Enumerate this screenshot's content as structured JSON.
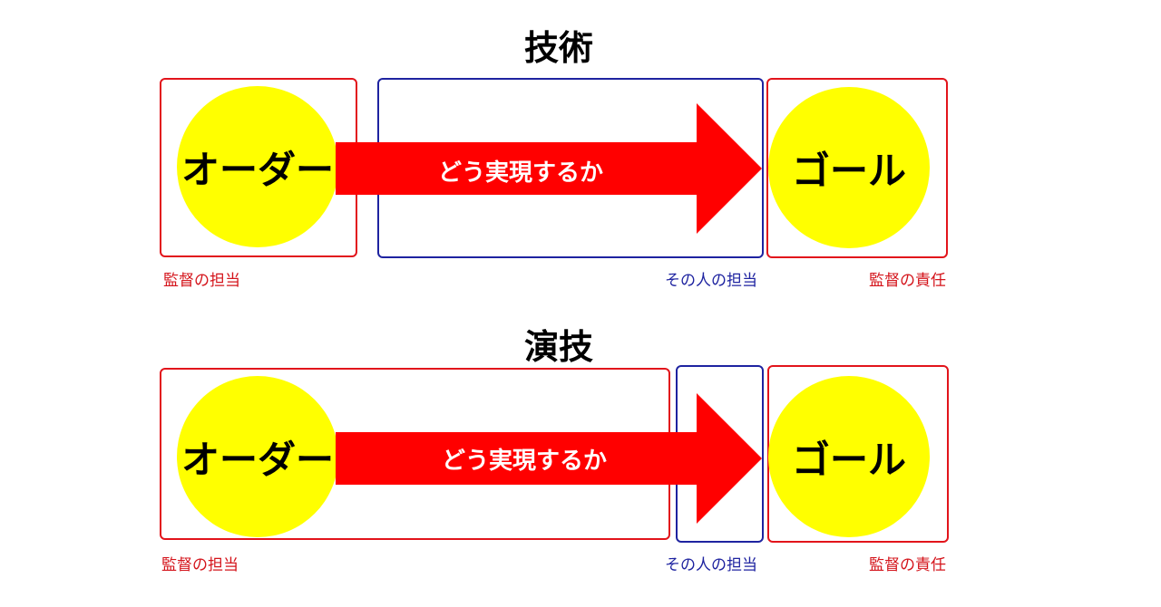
{
  "diagrams": [
    {
      "title": "技術",
      "order_label": "オーダー",
      "arrow_label": "どう実現するか",
      "goal_label": "ゴール",
      "caption_left": "監督の担当",
      "caption_middle": "その人の担当",
      "caption_right": "監督の責任"
    },
    {
      "title": "演技",
      "order_label": "オーダー",
      "arrow_label": "どう実現するか",
      "goal_label": "ゴール",
      "caption_left": "監督の担当",
      "caption_middle": "その人の担当",
      "caption_right": "監督の責任"
    }
  ],
  "colors": {
    "circle_fill": "#ffff00",
    "arrow_fill": "#ff0000",
    "director_box": "#e2141b",
    "person_box": "#1e23a0"
  }
}
